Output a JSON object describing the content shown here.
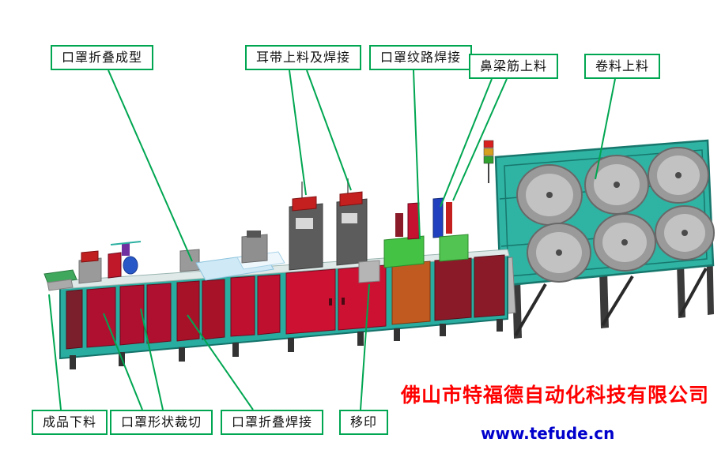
{
  "colors": {
    "background": "#ffffff",
    "label_border": "#00a651",
    "label_text": "#111111",
    "connector": "#00a651",
    "company": "#fe0000",
    "website": "#0000cc",
    "machine_teal": "#2fb3a3",
    "machine_red": "#cc1133",
    "machine_maroon": "#8a1a28",
    "machine_orange": "#c05a20",
    "roll_gray": "#9a9a9a"
  },
  "callouts": {
    "mask_fold_forming": "口罩折叠成型",
    "ear_band_feed_weld": "耳带上料及焊接",
    "mask_texture_weld": "口罩纹路焊接",
    "nose_bridge_feed": "鼻梁筋上料",
    "roll_material_feed": "卷料上料",
    "finished_product_unload": "成品下料",
    "mask_shape_cut": "口罩形状裁切",
    "mask_fold_weld": "口罩折叠焊接",
    "pad_print": "移印"
  },
  "branding": {
    "company": "佛山市特福德自动化科技有限公司",
    "website": "www.tefude.cn"
  }
}
